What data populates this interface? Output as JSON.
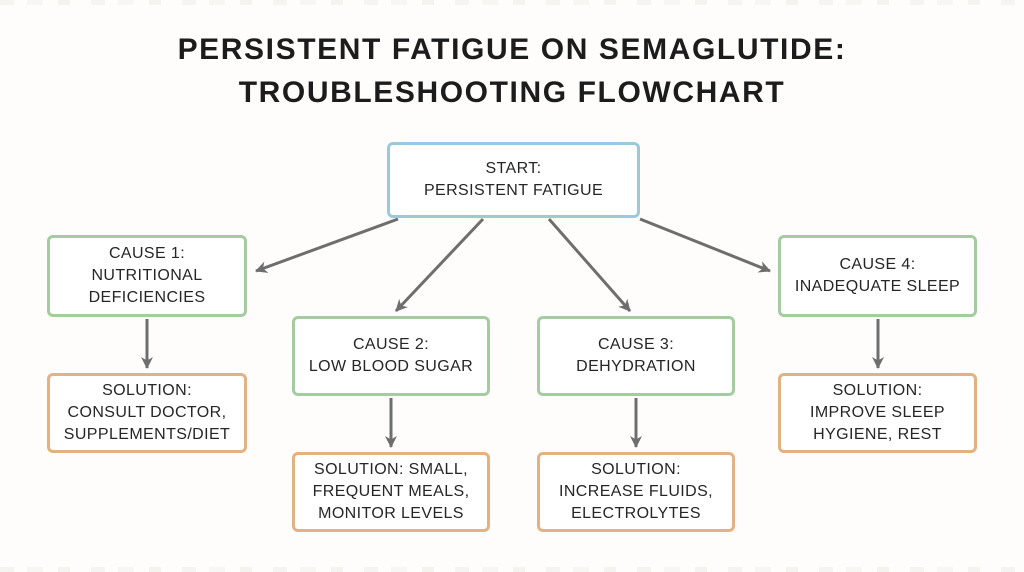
{
  "title": {
    "line1": "PERSISTENT FATIGUE ON SEMAGLUTIDE:",
    "line2": "TROUBLESHOOTING FLOWCHART"
  },
  "flowchart": {
    "start": {
      "lines": [
        "START:",
        "PERSISTENT FATIGUE"
      ]
    },
    "causes": [
      {
        "lines": [
          "CAUSE 1:",
          "NUTRITIONAL",
          "DEFICIENCIES"
        ]
      },
      {
        "lines": [
          "CAUSE 2:",
          "LOW BLOOD SUGAR"
        ]
      },
      {
        "lines": [
          "CAUSE 3:",
          "DEHYDRATION"
        ]
      },
      {
        "lines": [
          "CAUSE 4:",
          "INADEQUATE SLEEP"
        ]
      }
    ],
    "solutions": [
      {
        "lines": [
          "SOLUTION:",
          "CONSULT DOCTOR,",
          "SUPPLEMENTS/DIET"
        ]
      },
      {
        "lines": [
          "SOLUTION: SMALL,",
          "FREQUENT MEALS,",
          "MONITOR LEVELS"
        ]
      },
      {
        "lines": [
          "SOLUTION:",
          "INCREASE FLUIDS,",
          "ELECTROLYTES"
        ]
      },
      {
        "lines": [
          "SOLUTION:",
          "IMPROVE SLEEP",
          "HYGIENE, REST"
        ]
      }
    ]
  },
  "colors": {
    "start_border": "#9cc8dd",
    "cause_border": "#a5cba0",
    "solution_border": "#e4b183",
    "arrow": "#6e6e6e",
    "text": "#262626",
    "background": "#fefdfb"
  }
}
